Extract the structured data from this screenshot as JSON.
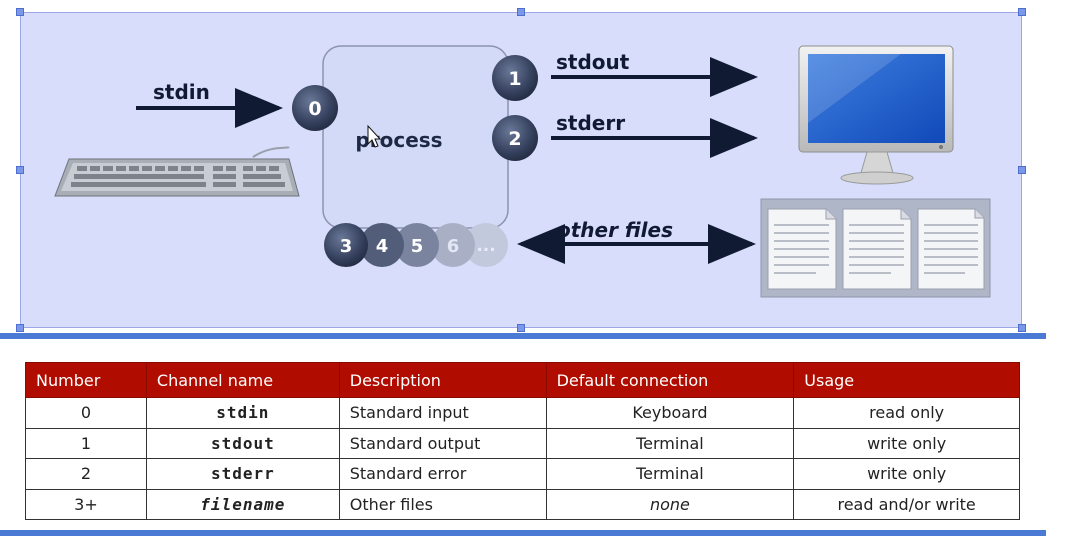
{
  "diagram": {
    "stdin_label": "stdin",
    "stdout_label": "stdout",
    "stderr_label": "stderr",
    "other_files_label": "other files",
    "process_label": "process",
    "fd_stdin": "0",
    "fd_stdout": "1",
    "fd_stderr": "2",
    "fd_others": [
      "3",
      "4",
      "5",
      "6",
      "..."
    ]
  },
  "table": {
    "headers": [
      "Number",
      "Channel name",
      "Description",
      "Default connection",
      "Usage"
    ],
    "rows": [
      [
        "0",
        "stdin",
        "Standard input",
        "Keyboard",
        "read only"
      ],
      [
        "1",
        "stdout",
        "Standard output",
        "Terminal",
        "write only"
      ],
      [
        "2",
        "stderr",
        "Standard error",
        "Terminal",
        "write only"
      ],
      [
        "3+",
        "filename",
        "Other files",
        "none",
        "read and/or write"
      ]
    ]
  },
  "colors": {
    "canvas_bg": "#d7ddfb",
    "fd_circle": "#3b4866",
    "header_bg": "#b00d00",
    "rule": "#4a7ad4"
  }
}
